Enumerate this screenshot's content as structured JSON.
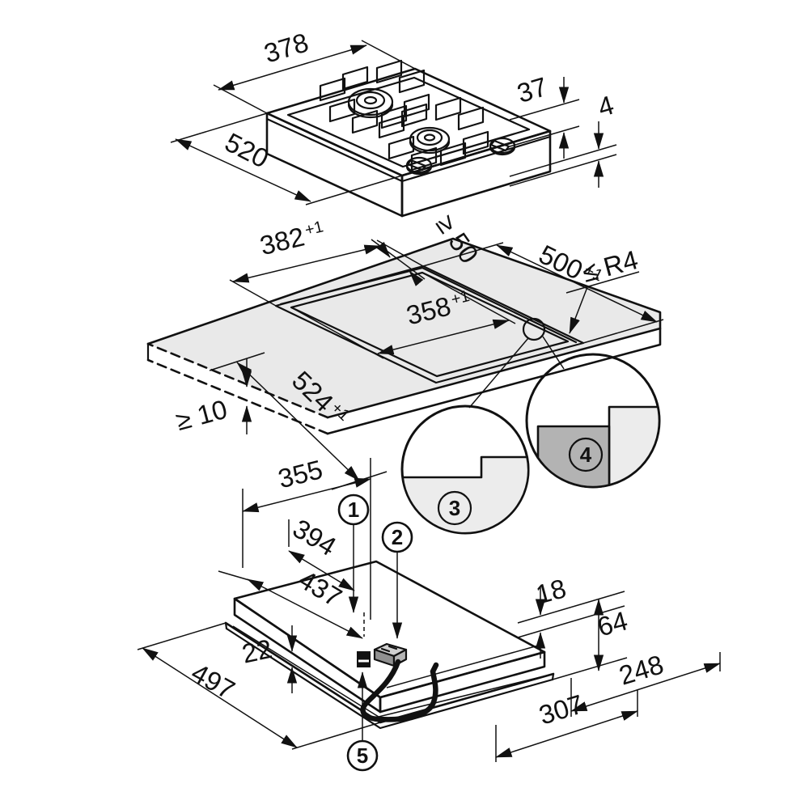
{
  "drawing": {
    "title": "gas-hob-installation-diagram",
    "colors": {
      "line": "#111111",
      "surface": "#e9e9e9",
      "surface_light": "#f2f2f2",
      "panel": "#f6f6f6",
      "detail_dark": "#b3b3b3",
      "detail_light": "#ececec",
      "connector_top": "#d0d0d0",
      "connector_front": "#909090",
      "connector_side": "#b5b5b5"
    },
    "top_view": {
      "dim_378": "378",
      "dim_520": "520",
      "dim_37": "37",
      "dim_4": "4"
    },
    "cutout_view": {
      "dim_382": {
        "value": "382",
        "tol": "+1"
      },
      "dim_50": "≥ 50",
      "dim_500": {
        "value": "500",
        "tol": "+1"
      },
      "dim_r4": "≤ R4",
      "dim_524": {
        "value": "524",
        "tol": "+1"
      },
      "dim_358": {
        "value": "358",
        "tol": "+1"
      },
      "dim_10": "≥ 10"
    },
    "bottom_view": {
      "dim_355": "355",
      "dim_394": "394",
      "dim_437": "437",
      "dim_22": "22",
      "dim_497": "497",
      "dim_18": "18",
      "dim_64": "64",
      "dim_248": "248",
      "dim_307": "307"
    },
    "callouts": {
      "c1": "1",
      "c2": "2",
      "c3": "3",
      "c4": "4",
      "c5": "5"
    }
  }
}
